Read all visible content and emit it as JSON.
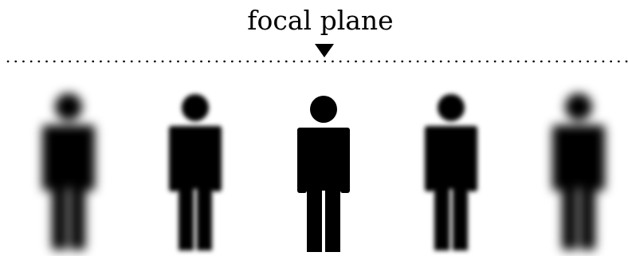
{
  "diagram": {
    "label": "focal plane",
    "marker": "down-triangle",
    "line_style": "dotted",
    "figure_color": "#000000",
    "background_color": "#ffffff",
    "figures": [
      {
        "name": "person-far-left",
        "in_focus": false,
        "blur_level": "strong"
      },
      {
        "name": "person-left",
        "in_focus": false,
        "blur_level": "slight"
      },
      {
        "name": "person-center",
        "in_focus": true,
        "blur_level": "none"
      },
      {
        "name": "person-right",
        "in_focus": false,
        "blur_level": "slight"
      },
      {
        "name": "person-far-right",
        "in_focus": false,
        "blur_level": "strong"
      }
    ]
  }
}
